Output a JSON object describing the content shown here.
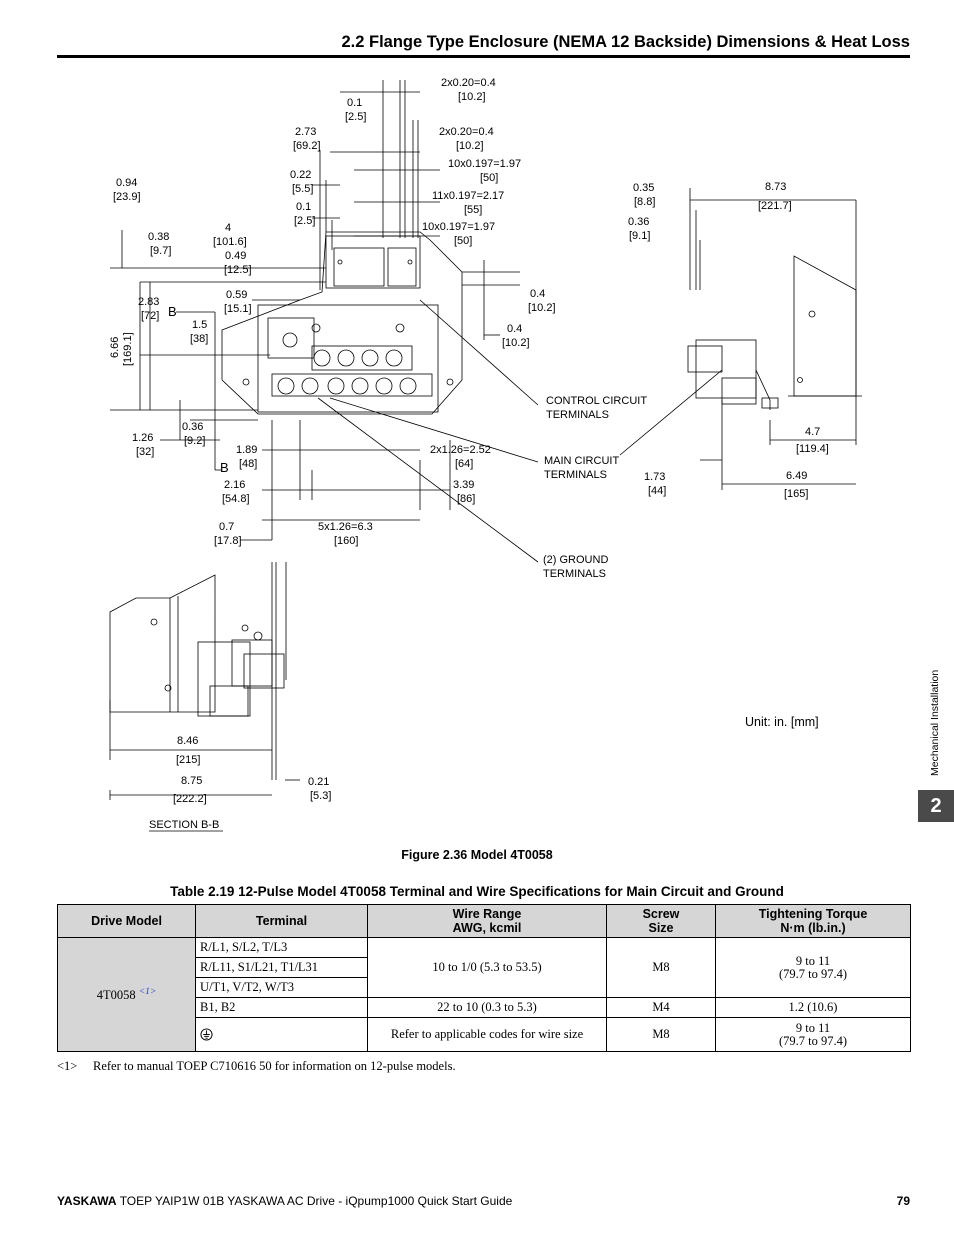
{
  "header": {
    "title": "2.2 Flange Type Enclosure (NEMA 12 Backside) Dimensions & Heat Loss"
  },
  "drawing": {
    "dimensions": {
      "d1": "2x0.20=0.4",
      "d1m": "[10.2]",
      "d2": "0.1",
      "d2m": "[2.5]",
      "d3": "2.73",
      "d3m": "[69.2]",
      "d4": "2x0.20=0.4",
      "d4m": "[10.2]",
      "d5": "10x0.197=1.97",
      "d5m": "[50]",
      "d6": "0.22",
      "d6m": "[5.5]",
      "d7": "11x0.197=2.17",
      "d7m": "[55]",
      "d8": "0.1",
      "d8m": "[2.5]",
      "d9": "10x0.197=1.97",
      "d9m": "[50]",
      "d10": "0.94",
      "d10m": "[23.9]",
      "d11": "0.38",
      "d11m": "[9.7]",
      "d12": "4",
      "d12m": "[101.6]",
      "d13": "0.49",
      "d13m": "[12.5]",
      "d14": "0.4",
      "d14m": "[10.2]",
      "d15": "2.83",
      "d15m": "[72]",
      "d16": "0.59",
      "d16m": "[15.1]",
      "d17": "1.5",
      "d17m": "[38]",
      "d18": "6.66",
      "d18m": "[169.1]",
      "d19": "0.4",
      "d19m": "[10.2]",
      "d20": "0.36",
      "d20m": "[9.2]",
      "d21": "1.26",
      "d21m": "[32]",
      "d22": "1.89",
      "d22m": "[48]",
      "d23": "2x1.26=2.52",
      "d23m": "[64]",
      "d24": "2.16",
      "d24m": "[54.8]",
      "d25": "3.39",
      "d25m": "[86]",
      "d26": "0.7",
      "d26m": "[17.8]",
      "d27": "5x1.26=6.3",
      "d27m": "[160]",
      "d28": "0.35",
      "d28m": "[8.8]",
      "d29": "8.73",
      "d29m": "[221.7]",
      "d30": "0.36",
      "d30m": "[9.1]",
      "d31": "4.7",
      "d31m": "[119.4]",
      "d32": "1.73",
      "d32m": "[44]",
      "d33": "6.49",
      "d33m": "[165]",
      "d34": "8.46",
      "d34m": "[215]",
      "d35": "8.75",
      "d35m": "[222.2]",
      "d36": "0.21",
      "d36m": "[5.3]"
    },
    "section_marks": {
      "top": "B",
      "bottom": "B"
    },
    "callouts": {
      "control_1": "CONTROL CIRCUIT",
      "control_2": "TERMINALS",
      "main_1": "MAIN CIRCUIT",
      "main_2": "TERMINALS",
      "ground_1": "(2) GROUND",
      "ground_2": "TERMINALS"
    },
    "section_label": "SECTION B-B",
    "unit_note": "Unit: in. [mm]"
  },
  "figure_caption": "Figure 2.36  Model 4T0058",
  "table": {
    "title": "Table 2.19  12-Pulse Model 4T0058 Terminal and Wire Specifications for Main Circuit and Ground",
    "headers": {
      "model": "Drive Model",
      "terminal": "Terminal",
      "wire_1": "Wire Range",
      "wire_2": "AWG, kcmil",
      "screw_1": "Screw",
      "screw_2": "Size",
      "torque_1": "Tightening Torque",
      "torque_2": "N·m (lb.in.)"
    },
    "model": "4T0058",
    "model_note": "<1>",
    "rows": [
      {
        "terminal": "R/L1, S/L2, T/L3"
      },
      {
        "terminal": "R/L11, S1/L21, T1/L31"
      },
      {
        "terminal": "U/T1, V/T2, W/T3"
      }
    ],
    "group1": {
      "wire": "10 to 1/0 (5.3 to 53.5)",
      "screw": "M8",
      "torque_1": "9 to 11",
      "torque_2": "(79.7 to 97.4)"
    },
    "row_b": {
      "terminal": "B1, B2",
      "wire": "22 to 10 (0.3 to 5.3)",
      "screw": "M4",
      "torque": "1.2 (10.6)"
    },
    "row_ground": {
      "terminal_icon": "ground-icon",
      "wire": "Refer to applicable codes for wire size",
      "screw": "M8",
      "torque_1": "9 to 11",
      "torque_2": "(79.7 to 97.4)"
    }
  },
  "footnote": {
    "mark": "<1>",
    "text": "Refer to manual TOEP C710616 50 for information on 12-pulse models."
  },
  "side_tab": {
    "text": "Mechanical Installation",
    "chapter": "2"
  },
  "footer": {
    "brand": "YASKAWA",
    "text": " TOEP YAIP1W 01B YASKAWA AC Drive - iQpump1000 Quick Start Guide",
    "page": "79"
  }
}
